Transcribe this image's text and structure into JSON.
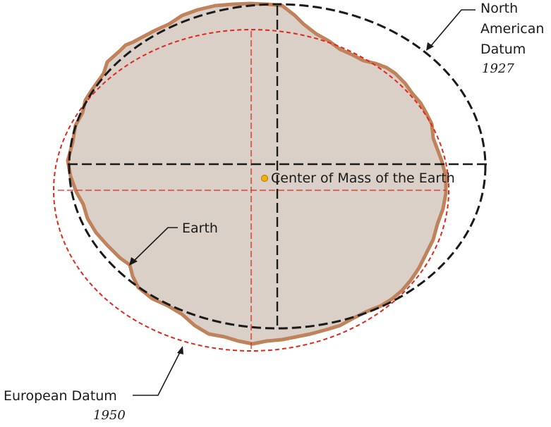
{
  "labels": {
    "nad_line1": "North",
    "nad_line2": "American",
    "nad_line3": "Datum",
    "nad_year": "1927",
    "center": "Center of Mass of the Earth",
    "earth": "Earth",
    "european": "European Datum",
    "european_year": "1950"
  },
  "colors": {
    "earth_fill": "#dbd0c7",
    "earth_outline": "#c0825a",
    "nad_datum": "#1a1a1a",
    "european_datum": "#e0281e",
    "center_dot": "#f2b200"
  }
}
